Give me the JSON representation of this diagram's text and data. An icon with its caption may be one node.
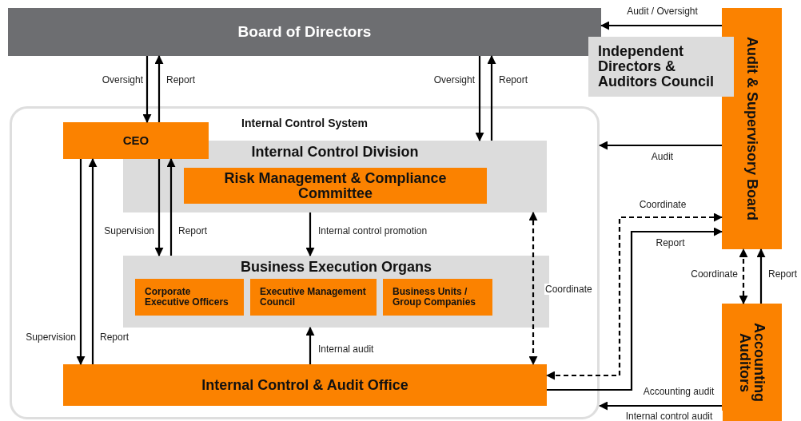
{
  "diagram": {
    "nodes": [
      {
        "text": [
          "Board of Directors"
        ]
      },
      {
        "text": [
          "Audit & Supervisory Board"
        ]
      },
      {
        "text": [
          "Independent Directors & Auditors Council"
        ]
      },
      {
        "text": [
          "Internal Control System"
        ]
      },
      {
        "text": [
          "CEO"
        ],
        "in": 3
      },
      {
        "text": [
          "Internal Control Division"
        ],
        "in": 3
      },
      {
        "text": [
          "Risk Management & Compliance Committee"
        ],
        "in": 5
      },
      {
        "text": [
          "Business Execution Organs"
        ],
        "in": 3
      },
      {
        "text": [
          "Corporate Executive Officers"
        ],
        "in": 7
      },
      {
        "text": [
          "Executive Management Council"
        ],
        "in": 7
      },
      {
        "text": [
          "Business Units / Group Companies"
        ],
        "in": 7
      },
      {
        "text": [
          "Internal Control & Audit Office"
        ],
        "in": 3
      },
      {
        "text": [
          "Accounting Auditors"
        ]
      }
    ],
    "edges": [
      {
        "from": 0,
        "to": 4,
        "arrow": "to",
        "label": "Oversight"
      },
      {
        "from": 4,
        "to": 0,
        "arrow": "to",
        "label": "Report"
      },
      {
        "from": 0,
        "to": 5,
        "arrow": "to",
        "label": "Oversight"
      },
      {
        "from": 5,
        "to": 0,
        "arrow": "to",
        "label": "Report"
      },
      {
        "from": 1,
        "to": 0,
        "arrow": "to",
        "label": "Audit / Oversight"
      },
      {
        "from": 1,
        "to": 3,
        "arrow": "to",
        "label": "Audit"
      },
      {
        "from": 4,
        "to": 7,
        "arrow": "to",
        "label": "Supervision"
      },
      {
        "from": 7,
        "to": 4,
        "arrow": "to",
        "label": "Report"
      },
      {
        "from": 4,
        "to": 11,
        "arrow": "to",
        "label": "Supervision"
      },
      {
        "from": 11,
        "to": 4,
        "arrow": "to",
        "label": "Report"
      },
      {
        "from": 5,
        "to": 7,
        "arrow": "to",
        "label": "Internal control promotion"
      },
      {
        "from": 11,
        "to": 7,
        "arrow": "to",
        "label": "Internal audit"
      },
      {
        "from": 5,
        "to": 11,
        "arrow": "both",
        "label": "Coordinate",
        "style": "dashed"
      },
      {
        "from": 1,
        "to": 11,
        "arrow": "both",
        "label": "Coordinate",
        "style": "dashed"
      },
      {
        "from": 11,
        "to": 1,
        "arrow": "to",
        "label": "Report"
      },
      {
        "from": 12,
        "to": 1,
        "arrow": "both",
        "label": "Coordinate",
        "style": "dashed"
      },
      {
        "from": 12,
        "to": 1,
        "arrow": "to",
        "label": "Report"
      },
      {
        "from": 12,
        "to": 3,
        "arrow": "to",
        "label": "Internal control audit"
      }
    ],
    "labels": [
      "Accounting audit"
    ]
  }
}
